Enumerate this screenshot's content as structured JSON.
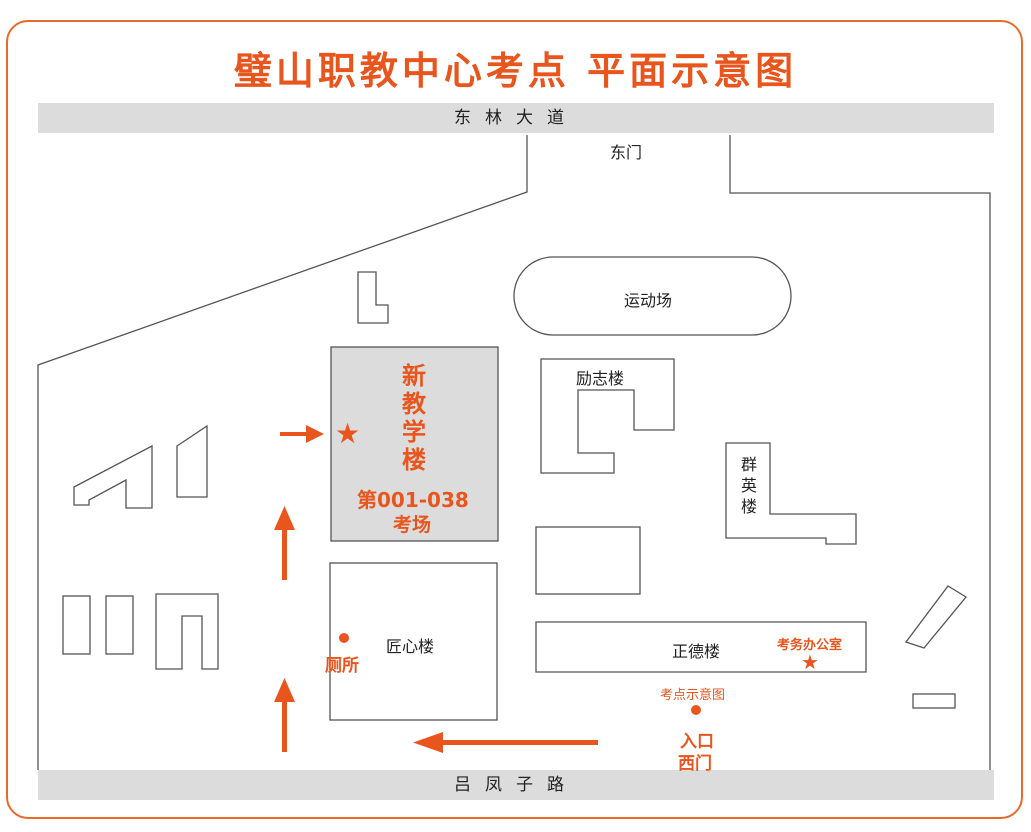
{
  "title": "璧山职教中心考点 平面示意图",
  "roads": {
    "north": "东林大道",
    "south": "吕凤子路"
  },
  "gates": {
    "east": "东门",
    "entrance_line1": "入口",
    "entrance_line2": "西门"
  },
  "buildings": {
    "sports_field": "运动场",
    "lizhi": "励志楼",
    "qunying": "群英楼",
    "zhengde": "正德楼",
    "jiangxin": "匠心楼",
    "new_teaching": "新教学楼",
    "exam_rooms_line1": "第001-038",
    "exam_rooms_line2": "考场"
  },
  "markers": {
    "toilet": "厕所",
    "exam_office": "考务办公室",
    "map_board": "考点示意图"
  },
  "colors": {
    "accent": "#e8561e",
    "building_highlight": "#dcdcdc",
    "road": "#dcdcdc",
    "frame": "#e8692a"
  },
  "icons": {
    "exam_location": "star-icon",
    "office": "star-icon",
    "point": "dot-icon",
    "route": "arrow-icon"
  }
}
